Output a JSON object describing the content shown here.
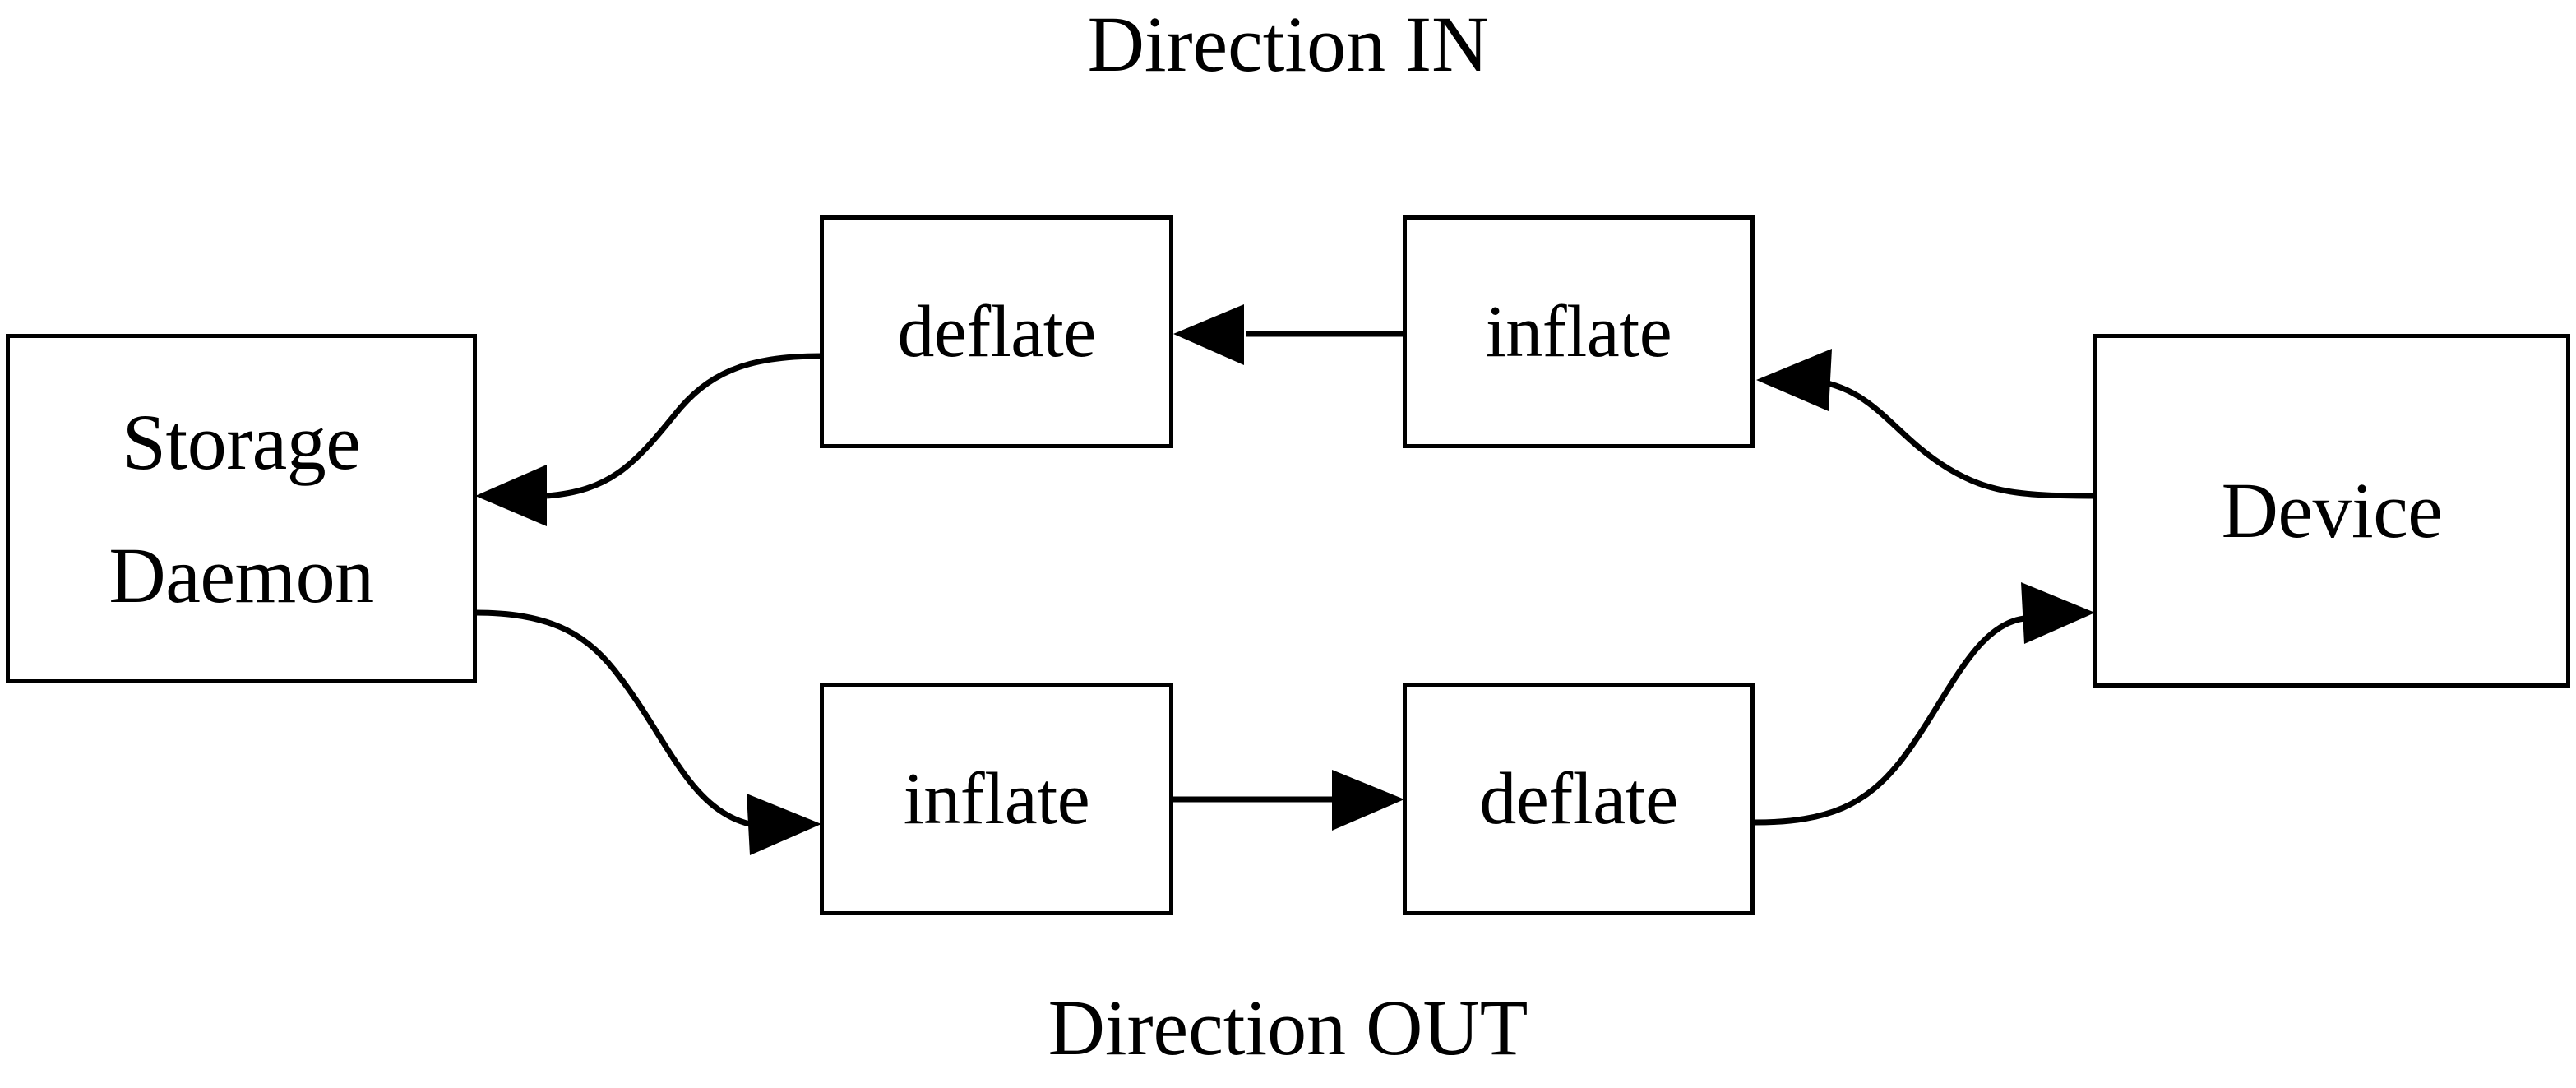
{
  "diagram": {
    "title_top": "Direction IN",
    "title_bottom": "Direction OUT",
    "background_color": "#ffffff",
    "stroke_color": "#000000",
    "nodes": {
      "storage_daemon": {
        "line_1": "Storage",
        "line_2": "Daemon"
      },
      "device": {
        "label": "Device"
      },
      "deflate_in": {
        "label": "deflate"
      },
      "inflate_in": {
        "label": "inflate"
      },
      "inflate_out": {
        "label": "inflate"
      },
      "deflate_out": {
        "label": "deflate"
      }
    },
    "edges": [
      {
        "name": "device-to-inflate-in",
        "from": "Device",
        "to": "inflate (IN)",
        "direction": "left"
      },
      {
        "name": "inflate-in-to-deflate-in",
        "from": "inflate (IN)",
        "to": "deflate (IN)",
        "direction": "left"
      },
      {
        "name": "deflate-in-to-storage-daemon",
        "from": "deflate (IN)",
        "to": "Storage Daemon",
        "direction": "left"
      },
      {
        "name": "storage-daemon-to-inflate-out",
        "from": "Storage Daemon",
        "to": "inflate (OUT)",
        "direction": "right"
      },
      {
        "name": "inflate-out-to-deflate-out",
        "from": "inflate (OUT)",
        "to": "deflate (OUT)",
        "direction": "right"
      },
      {
        "name": "deflate-out-to-device",
        "from": "deflate (OUT)",
        "to": "Device",
        "direction": "right"
      }
    ]
  }
}
